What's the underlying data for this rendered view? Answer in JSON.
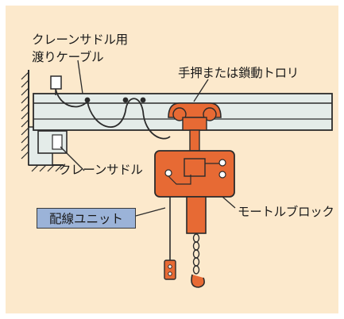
{
  "labels": {
    "saddle_cable_line1": "クレーンサドル用",
    "saddle_cable_line2": "渡りケーブル",
    "trolley": "手押または鎖動トロリ",
    "crane_saddle": "クレーンサドル",
    "wiring_unit": "配線ユニット",
    "motor_block": "モートルブロック"
  },
  "colors": {
    "background": "#fce9cc",
    "rail": "#e4ece9",
    "hoist": "#e76a34",
    "wiring_unit_box": "#9bb3d8",
    "outline": "#2b2b2b"
  }
}
